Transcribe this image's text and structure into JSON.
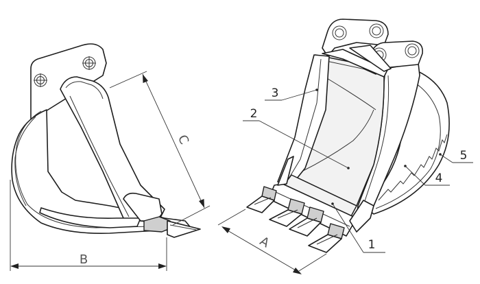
{
  "dimensions": {
    "A": "A",
    "B": "B",
    "C": "C"
  },
  "callouts": [
    {
      "id": "1",
      "text": "1"
    },
    {
      "id": "2",
      "text": "2"
    },
    {
      "id": "3",
      "text": "3"
    },
    {
      "id": "4",
      "text": "4"
    },
    {
      "id": "5",
      "text": "5"
    }
  ],
  "colors": {
    "line": "#1e1e1e",
    "background": "#ffffff",
    "shade": "#cfcfcf"
  }
}
